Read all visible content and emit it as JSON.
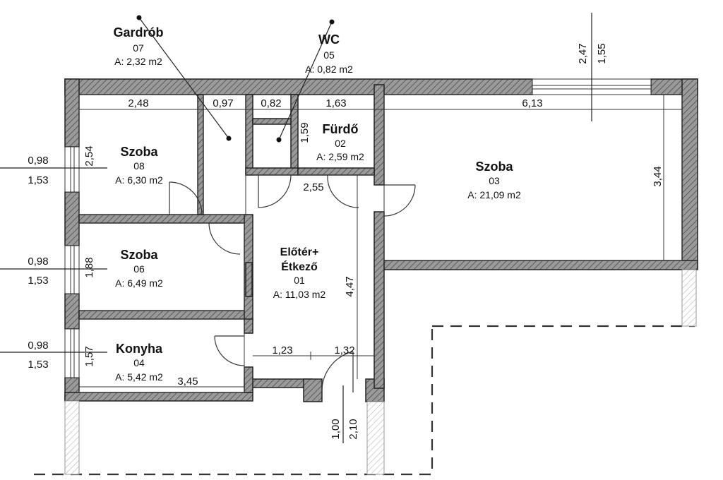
{
  "rooms": [
    {
      "id": "gardrob",
      "name": "Gardrób",
      "number": "07",
      "area": "A: 2,32 m2"
    },
    {
      "id": "wc",
      "name": "WC",
      "number": "05",
      "area": "A: 0,82 m2"
    },
    {
      "id": "furdo",
      "name": "Fürdő",
      "number": "02",
      "area": "A: 2,59 m2"
    },
    {
      "id": "szoba03",
      "name": "Szoba",
      "number": "03",
      "area": "A: 21,09 m2"
    },
    {
      "id": "szoba08",
      "name": "Szoba",
      "number": "08",
      "area": "A: 6,30 m2"
    },
    {
      "id": "szoba06",
      "name": "Szoba",
      "number": "06",
      "area": "A: 6,49 m2"
    },
    {
      "id": "eloter",
      "name_line1": "Előtér+",
      "name_line2": "Étkező",
      "number": "01",
      "area": "A: 11,03 m2"
    },
    {
      "id": "konyha",
      "name": "Konyha",
      "number": "04",
      "area": "A: 5,42 m2"
    }
  ],
  "dimensions": {
    "top_248": "2,48",
    "top_097": "0,97",
    "top_082": "0,82",
    "top_163": "1,63",
    "top_613": "6,13",
    "vert_254": "2,54",
    "vert_159": "1,59",
    "vert_344": "3,44",
    "vert_188": "1,88",
    "vert_447": "4,47",
    "vert_157": "1,57",
    "h_255": "2,55",
    "h_123": "1,23",
    "h_132": "1,32",
    "h_345": "3,45",
    "win1_w": "0,98",
    "win1_h": "1,53",
    "win2_w": "0,98",
    "win2_h": "1,53",
    "win3_w": "0,98",
    "win3_h": "1,53",
    "topwin_a": "2,47",
    "topwin_b": "1,55",
    "door_a": "1,00",
    "door_b": "2,10"
  }
}
